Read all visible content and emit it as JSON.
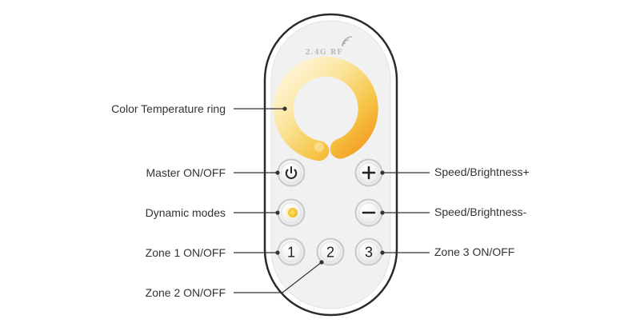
{
  "remote": {
    "brand_text": "2.4G RF",
    "color_ring": {
      "warm_color": "#f29a1f",
      "mid_color": "#f8d96a",
      "cool_color": "#fff6dc"
    },
    "buttons": {
      "power": {
        "icon": "power-icon"
      },
      "plus": {
        "icon": "plus-icon"
      },
      "mode": {
        "icon": "dynamic-mode-icon"
      },
      "minus": {
        "icon": "minus-icon"
      },
      "zone1": {
        "text": "1"
      },
      "zone2": {
        "text": "2"
      },
      "zone3": {
        "text": "3"
      }
    }
  },
  "labels": {
    "color_temperature_ring": "Color Temperature ring",
    "master_on_off": "Master ON/OFF",
    "dynamic_modes": "Dynamic modes",
    "zone1_on_off": "Zone 1 ON/OFF",
    "zone2_on_off": "Zone 2 ON/OFF",
    "speed_brightness_plus": "Speed/Brightness+",
    "speed_brightness_minus": "Speed/Brightness-",
    "zone3_on_off": "Zone 3 ON/OFF"
  }
}
